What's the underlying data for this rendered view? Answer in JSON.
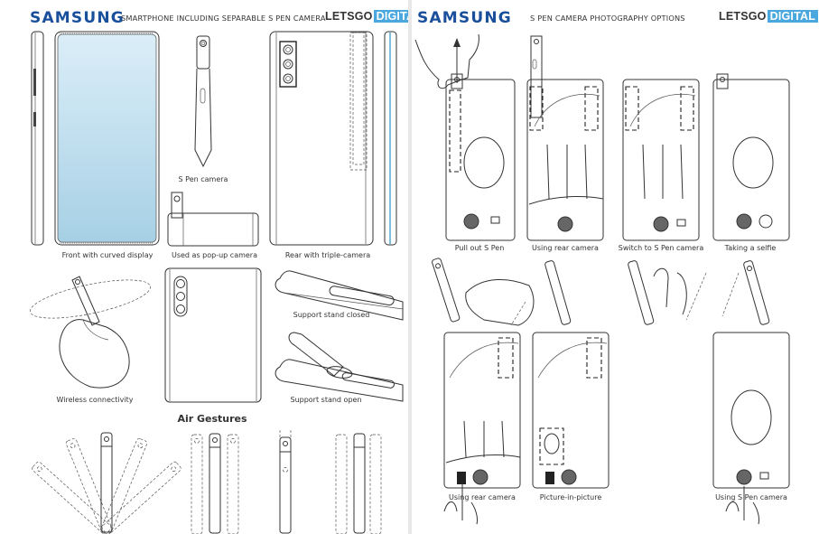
{
  "left_page": {
    "brand": "SAMSUNG",
    "title": "SMARTPHONE INCLUDING SEPARABLE S PEN CAMERA",
    "watermark": {
      "part1": "LETSGO",
      "part2": "DIGITAL"
    },
    "captions": {
      "front": "Front with curved display",
      "spen": "S Pen camera",
      "popup": "Used as pop-up camera",
      "rear": "Rear with triple-camera",
      "wireless": "Wireless connectivity",
      "stand_closed": "Support stand closed",
      "stand_open": "Support stand open"
    },
    "section_title": "Air Gestures"
  },
  "right_page": {
    "brand": "SAMSUNG",
    "title": "S PEN CAMERA PHOTOGRAPHY OPTIONS",
    "watermark": {
      "part1": "LETSGO",
      "part2": "DIGITAL"
    },
    "captions": {
      "pull_out": "Pull out S Pen",
      "rear_cam": "Using rear camera",
      "switch": "Switch to S Pen camera",
      "selfie": "Taking a selfie",
      "rear_cam_2": "Using rear camera",
      "pip": "Picture-in-picture",
      "spen_cam": "Using S Pen camera"
    }
  },
  "colors": {
    "brand_blue": "#1a4f9c",
    "digital_badge": "#4aa8de",
    "screen_top": "#d9ecf7",
    "screen_bottom": "#a9d1e6"
  }
}
